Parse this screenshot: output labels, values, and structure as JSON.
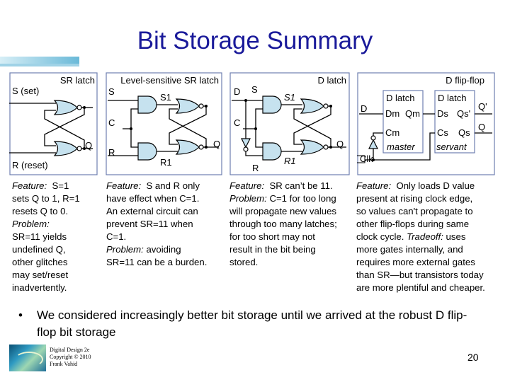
{
  "title": "Bit Storage Summary",
  "panels": {
    "sr": {
      "label": "SR latch",
      "s": "S (set)",
      "r": "R (reset)",
      "q": "Q"
    },
    "level": {
      "label": "Level-sensitive SR latch",
      "s": "S",
      "c": "C",
      "r": "R",
      "s1": "S1",
      "r1": "R1",
      "q": "Q"
    },
    "dlatch": {
      "label": "D latch",
      "d": "D",
      "s": "S",
      "c": "C",
      "r": "R",
      "s1": "S1",
      "r1": "R1",
      "q": "Q"
    },
    "dff": {
      "label": "D flip-flop",
      "d": "D",
      "master_title": "D latch",
      "master_dm": "Dm",
      "master_qm": "Qm",
      "master_cm": "Cm",
      "master_name": "master",
      "servant_title": "D latch",
      "servant_ds": "Ds",
      "servant_qs": "Qs'",
      "servant_cs": "Cs",
      "servant_qs2": "Qs",
      "servant_name": "servant",
      "qprime": "Q'",
      "q": "Q",
      "clk": "Clk"
    }
  },
  "descriptions": {
    "sr": {
      "l1a": "Feature:",
      "l1b": "  S=1",
      "l2": "sets Q to 1, R=1",
      "l3": "resets Q to 0.",
      "l4": "Problem:",
      "l5": "SR=11 yields",
      "l6": "undefined Q,",
      "l7": "other glitches",
      "l8": "may set/reset",
      "l9": "inadvertently."
    },
    "level": {
      "l1a": "Feature:",
      "l1b": "  S and R only",
      "l2": "have effect when C=1.",
      "l3": "An external circuit can",
      "l4": "prevent SR=11 when",
      "l5": "C=1.",
      "l6a": "Problem:",
      "l6b": " avoiding",
      "l7": "SR=11 can be a burden."
    },
    "dlatch": {
      "l1a": "Feature:",
      "l1b": "  SR can’t be 11.",
      "l2a": "Problem:",
      "l2b": " C=1 for too long",
      "l3": "will propagate new values",
      "l4": "through too many latches;",
      "l5": "for too short may not",
      "l6": "result in the bit being",
      "l7": "stored."
    },
    "dff": {
      "l1a": "Feature:",
      "l1b": "  Only loads D value",
      "l2": "present at rising clock edge,",
      "l3": "so values can't propagate to",
      "l4": "other flip-flops during same",
      "l5a": "clock cycle. ",
      "l5b": "Tradeoff:",
      "l5c": " uses",
      "l6": "more gates internally, and",
      "l7": "requires more external gates",
      "l8": "than SR—but transistors today",
      "l9": "are more plentiful and cheaper."
    }
  },
  "bullet": {
    "marker": "•",
    "text": "We considered increasingly better bit storage until we arrived at the robust D flip-flop bit storage"
  },
  "footer": {
    "line1": "Digital Design 2e",
    "line2": "Copyright © 2010",
    "line3": "Frank Vahid"
  },
  "page_number": "20",
  "colors": {
    "title": "#1a1a9a",
    "gate_fill": "#c6e2ef",
    "panel_border": "#6e7fb0"
  }
}
